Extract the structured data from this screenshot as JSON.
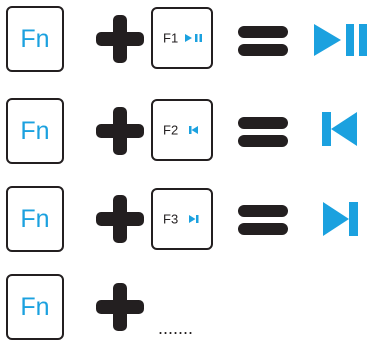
{
  "accent_color": "#1ba1df",
  "ink_color": "#231f20",
  "rows": [
    {
      "fn_label": "Fn",
      "key_label": "F1",
      "key_icon": "play-pause-icon",
      "result_icon": "play-pause-icon"
    },
    {
      "fn_label": "Fn",
      "key_label": "F2",
      "key_icon": "previous-track-icon",
      "result_icon": "previous-track-icon"
    },
    {
      "fn_label": "Fn",
      "key_label": "F3",
      "key_icon": "next-track-icon",
      "result_icon": "next-track-icon"
    },
    {
      "fn_label": "Fn",
      "ellipsis": "......."
    }
  ]
}
